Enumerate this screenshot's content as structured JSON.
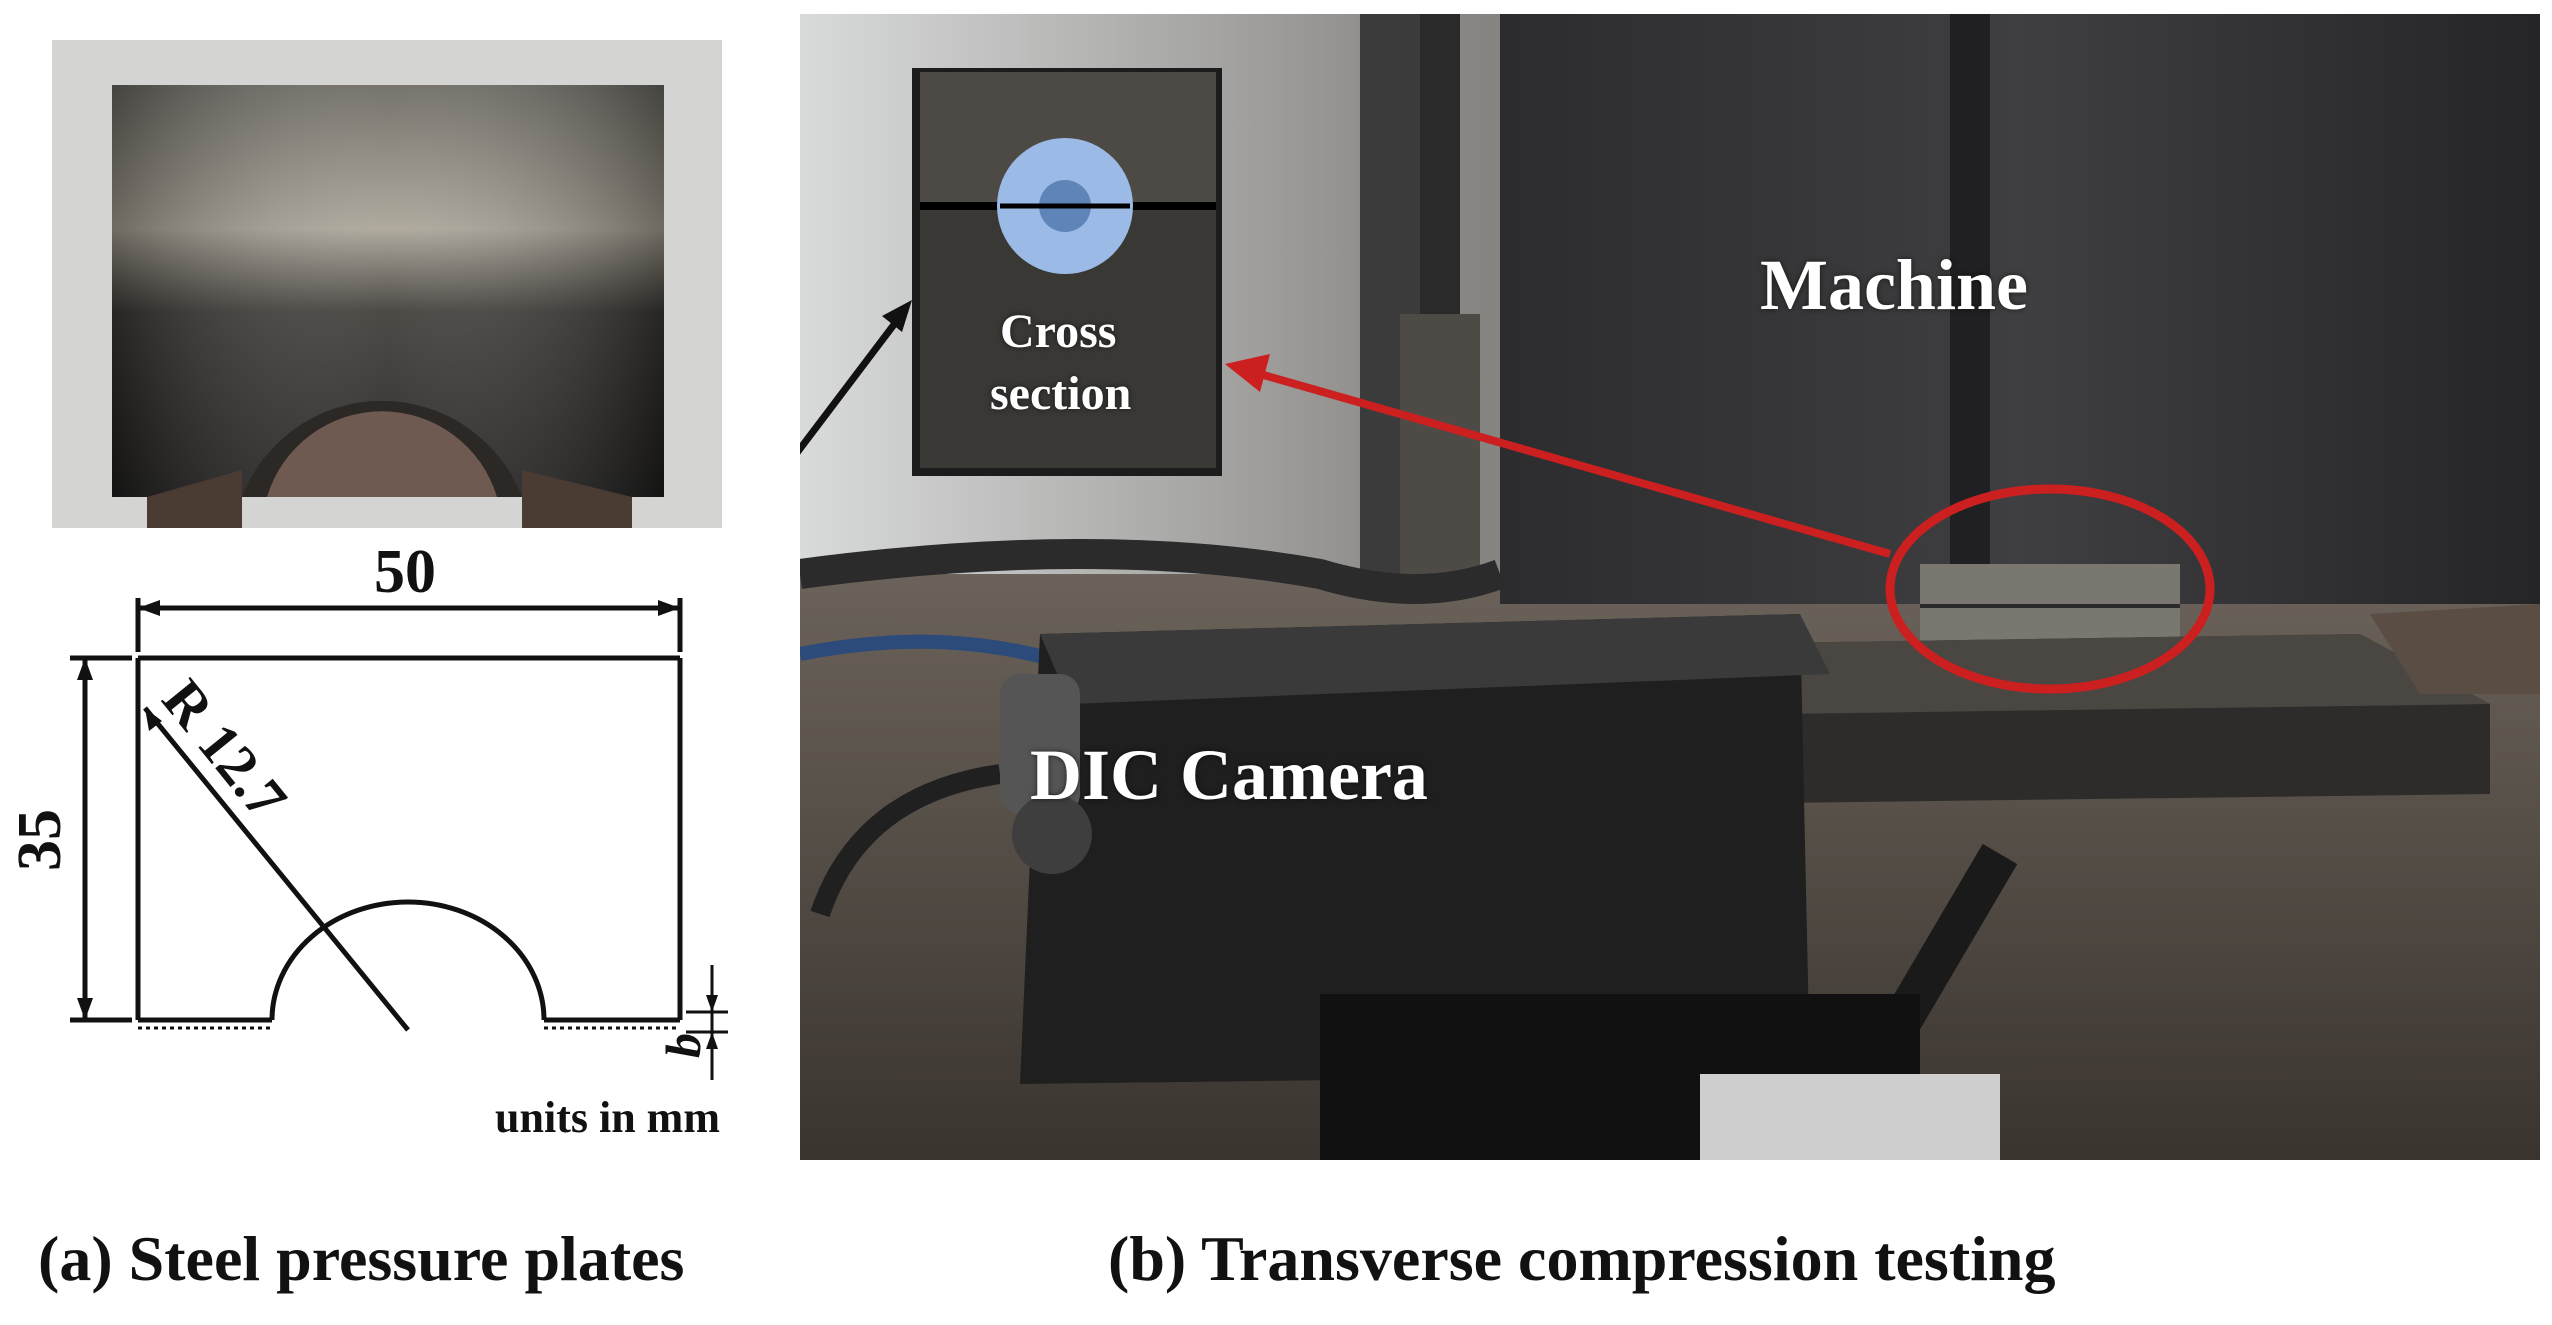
{
  "captions": {
    "a": "(a) Steel pressure plates",
    "b": "(b) Transverse compression testing"
  },
  "drawing": {
    "width_dim": "50",
    "height_dim": "35",
    "radius_dim": "R 12.7",
    "gap_dim": "b",
    "units_note": "units in mm"
  },
  "photo_b": {
    "machine_label": "Machine",
    "camera_label": "DIC Camera",
    "inset_label_line1": "Cross",
    "inset_label_line2": "section"
  },
  "colors": {
    "annotation_red": "#cc1f1f",
    "specimen_blue": "#9bbbe6",
    "line_black": "#111111"
  }
}
